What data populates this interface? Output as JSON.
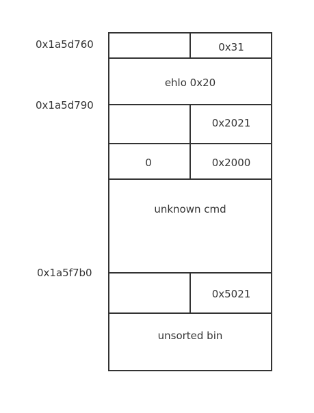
{
  "addresses": {
    "a1": "0x1a5d760",
    "a2": "0x1a5d790",
    "a3": "0x1a5f7b0"
  },
  "cells": {
    "size1": "0x31",
    "data1": "ehlo 0x20",
    "size2": "0x2021",
    "prev_size3": "0",
    "size3": "0x2000",
    "data2": "unknown cmd",
    "size4": "0x5021",
    "data4": "unsorted bin"
  }
}
